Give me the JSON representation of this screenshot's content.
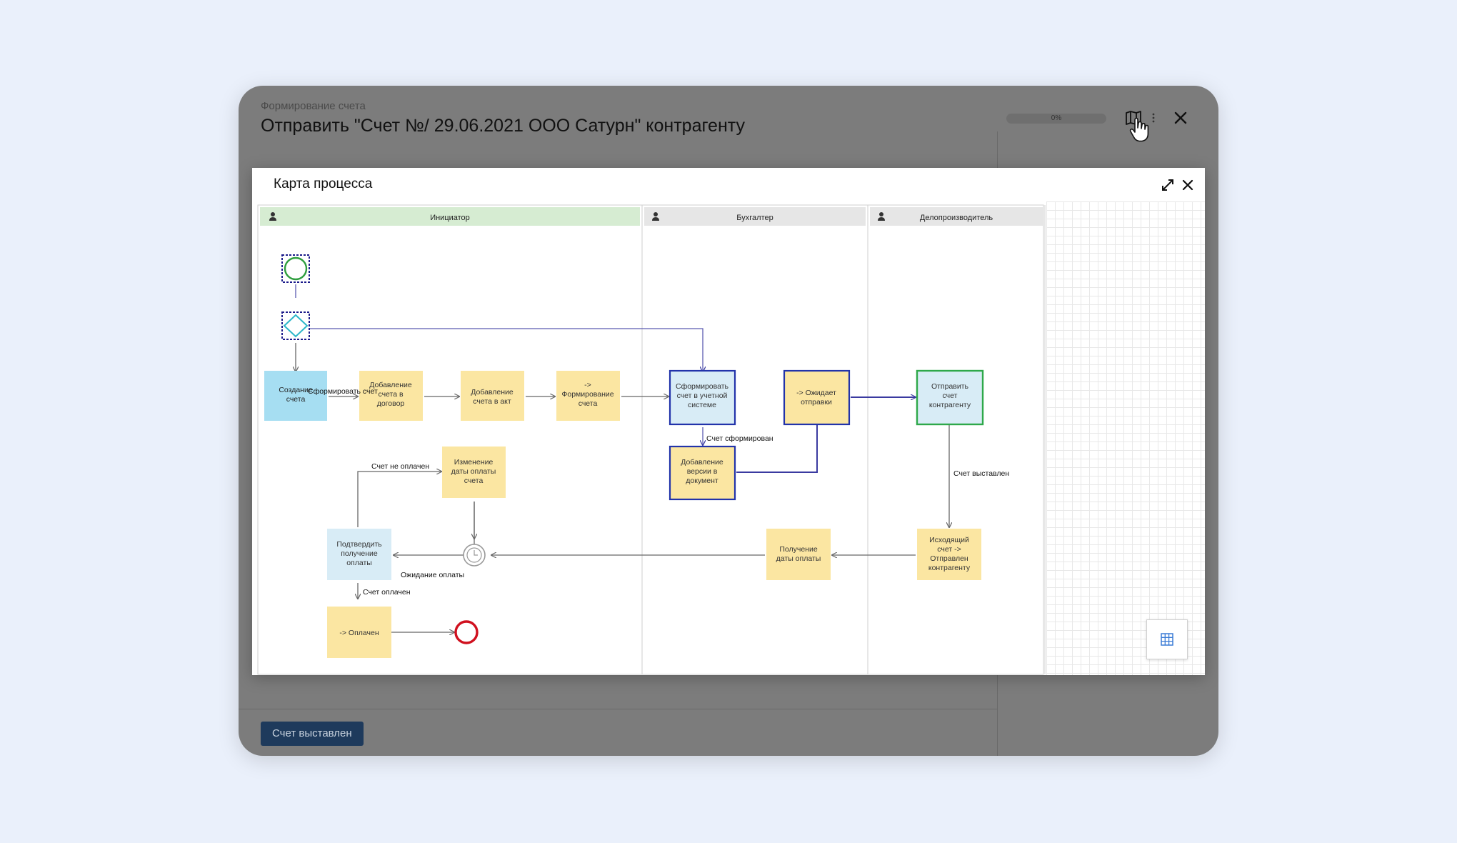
{
  "window": {
    "breadcrumb": "Формирование счета",
    "title": "Отправить \"Счет №/ 29.06.2021 ООО Сатурн\" контрагенту",
    "progress": {
      "value": 0,
      "label": "0%"
    },
    "main_action_label": "Счет выставлен"
  },
  "dialog": {
    "title": "Карта процесса"
  },
  "lanes": [
    {
      "label": "Инициатор",
      "color": "#d6ecd2"
    },
    {
      "label": "Бухгалтер",
      "color": "#e6e6e6"
    },
    {
      "label": "Делопроизводитель",
      "color": "#e6e6e6"
    }
  ],
  "tasks": {
    "sozdanie": [
      "Создание",
      "счета"
    ],
    "dobavlenie_dogovor": [
      "Добавление",
      "счета в",
      "договор"
    ],
    "dobavlenie_akt": [
      "Добавление",
      "счета в акт"
    ],
    "formirovanie": [
      "->",
      "Формирование",
      "счета"
    ],
    "sformirovat": [
      "Сформировать",
      "счет в учетной",
      "системе"
    ],
    "ozhidaet": [
      "-> Ожидает",
      "отправки"
    ],
    "otpravit": [
      "Отправить",
      "счет",
      "контрагенту"
    ],
    "dobavlenie_versii": [
      "Добавление",
      "версии в",
      "документ"
    ],
    "izmenenie": [
      "Изменение",
      "даты оплаты",
      "счета"
    ],
    "podtverdit": [
      "Подтвердить",
      "получение",
      "оплаты"
    ],
    "poluchenie": [
      "Получение",
      "даты оплаты"
    ],
    "iskhodyashchiy": [
      "Исходящий",
      "счет ->",
      "Отправлен",
      "контрагенту"
    ],
    "oplachen": [
      "-> Оплачен"
    ]
  },
  "flow_labels": {
    "sformirovat_schet": "Сформировать счет",
    "schet_sformirovan": "Счет сформирован",
    "schet_ne_oplachen": "Счет не оплачен",
    "schet_vystavlen": "Счет выставлен",
    "ozhidanie_oplaty": "Ожидание оплаты",
    "schet_oplachen": "Счет оплачен"
  },
  "colors": {
    "task_yellow": "#fbe6a2",
    "task_blue": "#a6def2",
    "task_lightblue": "#d8ecf6",
    "selected_border": "#2233aa",
    "start_event": "#2e9e3e",
    "end_event": "#d0101e",
    "green_border": "#2ea84a"
  }
}
